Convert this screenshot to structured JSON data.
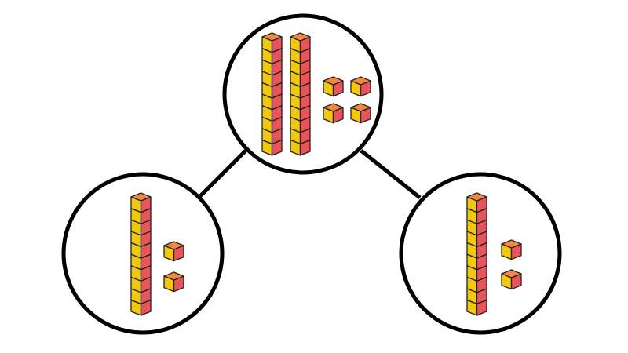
{
  "colors": {
    "front": "#F2C80F",
    "side": "#E8545A",
    "top": "#F5883A",
    "outline": "#222222",
    "circle": "#000000"
  },
  "groups": [
    {
      "id": "whole",
      "tens": 2,
      "ones": 4
    },
    {
      "id": "part-left",
      "tens": 1,
      "ones": 2
    },
    {
      "id": "part-right",
      "tens": 1,
      "ones": 2
    }
  ]
}
